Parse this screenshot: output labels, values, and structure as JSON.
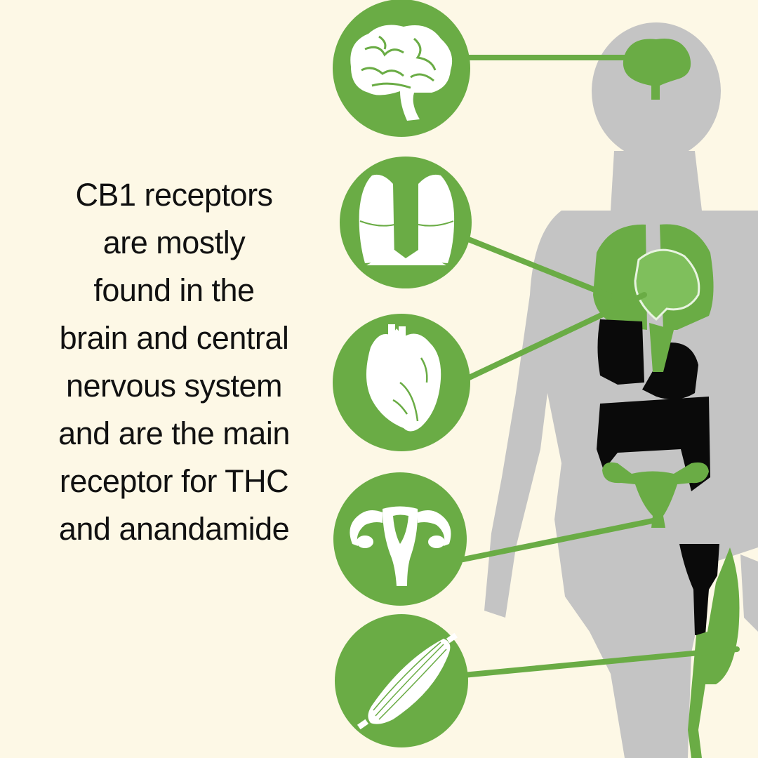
{
  "caption": {
    "text": "CB1 receptors\nare mostly\nfound in the\nbrain and central\nnervous  system\nand are the main\nreceptor for THC\nand anandamide"
  },
  "colors": {
    "background": "#fdf8e6",
    "accent_green": "#6aac45",
    "silhouette_gray": "#c4c4c4",
    "organ_black": "#0a0a0a",
    "icon_white": "#ffffff"
  },
  "icons": [
    {
      "name": "brain-icon",
      "organ": "brain"
    },
    {
      "name": "lungs-icon",
      "organ": "lungs"
    },
    {
      "name": "heart-icon",
      "organ": "heart"
    },
    {
      "name": "uterus-icon",
      "organ": "uterus"
    },
    {
      "name": "muscle-icon",
      "organ": "muscle"
    }
  ]
}
